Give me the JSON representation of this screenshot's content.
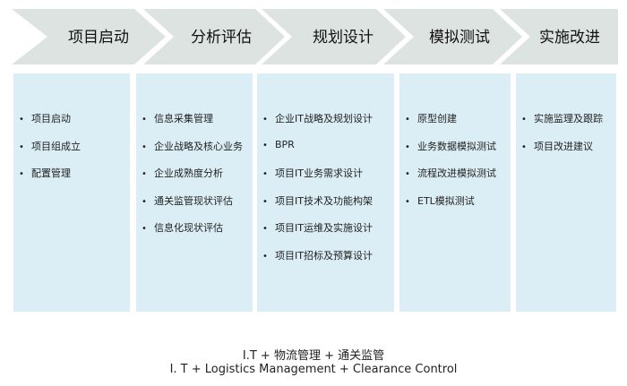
{
  "stages": [
    {
      "title": "项目启动",
      "items": [
        "项目启动",
        "项目组成立",
        "配置管理"
      ]
    },
    {
      "title": "分析评估",
      "items": [
        "信息采集管理",
        "企业战略及核心业务",
        "企业成熟度分析",
        "通关监管现状评估",
        "信息化现状评估"
      ]
    },
    {
      "title": "规划设计",
      "items": [
        "企业IT战略及规划设计",
        "BPR",
        "项目IT业务需求设计",
        "项目IT技术及功能构架",
        "项目IT运维及实施设计",
        "项目IT招标及预算设计"
      ]
    },
    {
      "title": "模拟测试",
      "items": [
        "原型创建",
        "业务数据模拟测试",
        "流程改进模拟测试",
        "ETL模拟测试"
      ]
    },
    {
      "title": "实施改进",
      "items": [
        "实施监理及跟踪",
        "项目改进建议"
      ]
    }
  ],
  "footer": {
    "cn": "I.T + 物流管理 + 通关监管",
    "en": "I. T + Logistics Management + Clearance Control"
  },
  "colors": {
    "chevron": "#dde3e0",
    "box": "#dbeef5"
  }
}
